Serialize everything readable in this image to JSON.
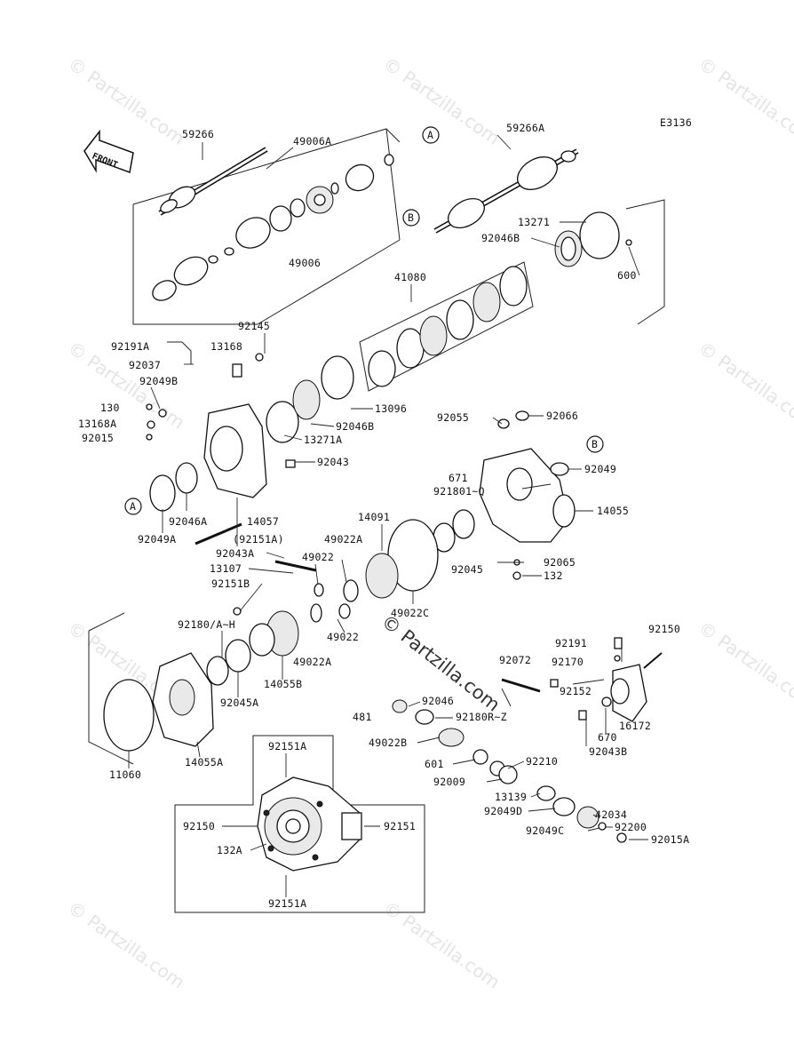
{
  "diagram_code": "E3136",
  "front_label": "FRONT",
  "center_watermark": "© Partzilla.com",
  "watermarks": [
    "© Partzilla.com",
    "© Partzilla.com",
    "© Partzilla.com",
    "© Partzilla.com",
    "© Partzilla.com",
    "© Partzilla.com",
    "© Partzilla.com",
    "© Partzilla.com",
    "© Partzilla.com"
  ],
  "callouts": {
    "A": "A",
    "B": "B"
  },
  "labels": {
    "p59266": "59266",
    "p49006A": "49006A",
    "p49006": "49006",
    "p59266A": "59266A",
    "p13271": "13271",
    "p92046B_top": "92046B",
    "p600": "600",
    "p41080": "41080",
    "p92145": "92145",
    "p92191A": "92191A",
    "p13168": "13168",
    "p92037": "92037",
    "p92049B": "92049B",
    "p130": "130",
    "p13168A": "13168A",
    "p92015": "92015",
    "p13096": "13096",
    "p92046B": "92046B",
    "p13271A": "13271A",
    "p92043": "92043",
    "p92055": "92055",
    "p92066": "92066",
    "p92049": "92049",
    "p671": "671",
    "p921801Q": "921801~Q",
    "p14055": "14055",
    "p14091": "14091",
    "p92045": "92045",
    "p92065": "92065",
    "p132": "132",
    "p92046A": "92046A",
    "p14057": "14057",
    "p92049A": "92049A",
    "p92151A_paren": "(92151A)",
    "p92043A": "92043A",
    "p49022A_top": "49022A",
    "p13107": "13107",
    "p49022_1": "49022",
    "p92151B": "92151B",
    "p49022C": "49022C",
    "p49022_2": "49022",
    "p92180AH": "92180/A~H",
    "p49022A": "49022A",
    "p14055B": "14055B",
    "p92045A": "92045A",
    "p92191": "92191",
    "p92150_r": "92150",
    "p92170": "92170",
    "p92072": "92072",
    "p92152": "92152",
    "p16172": "16172",
    "p92046": "92046",
    "p481": "481",
    "p92180RZ": "92180R~Z",
    "p670": "670",
    "p92043B": "92043B",
    "p49022B": "49022B",
    "p601": "601",
    "p92210": "92210",
    "p92009": "92009",
    "p13139": "13139",
    "p11060": "11060",
    "p14055A": "14055A",
    "p92049D": "92049D",
    "p42034": "42034",
    "p92200": "92200",
    "p92049C": "92049C",
    "p92015A": "92015A",
    "p92151A_top": "92151A",
    "p92150_b": "92150",
    "p92151_b": "92151",
    "p132A": "132A",
    "p92151A_bot": "92151A"
  }
}
